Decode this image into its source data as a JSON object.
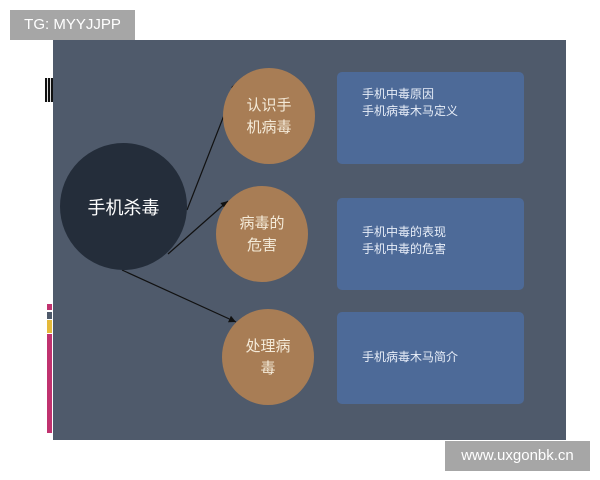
{
  "header": {
    "tag_label": "TG: MYYJJPP"
  },
  "footer": {
    "watermark": "www.uxgonbk.cn"
  },
  "colors": {
    "slide_bg": "#4f5a6b",
    "center_node": "#242d3a",
    "topic_node": "#a87d55",
    "detail_box": "#4d6a98",
    "arrow": "#111111",
    "bar_magenta": "#c0326f",
    "bar_slate": "#4f5a6b",
    "bar_yellow": "#e5b93a"
  },
  "diagram": {
    "center": {
      "label": "手机杀毒"
    },
    "branches": [
      {
        "topic": "认识手\n机病毒",
        "details": [
          "手机中毒原因",
          "手机病毒木马定义"
        ]
      },
      {
        "topic": "病毒的\n危害",
        "details": [
          "手机中毒的表现",
          "手机中毒的危害"
        ]
      },
      {
        "topic": "处理病\n毒",
        "details": [
          "手机病毒木马简介"
        ]
      }
    ]
  }
}
